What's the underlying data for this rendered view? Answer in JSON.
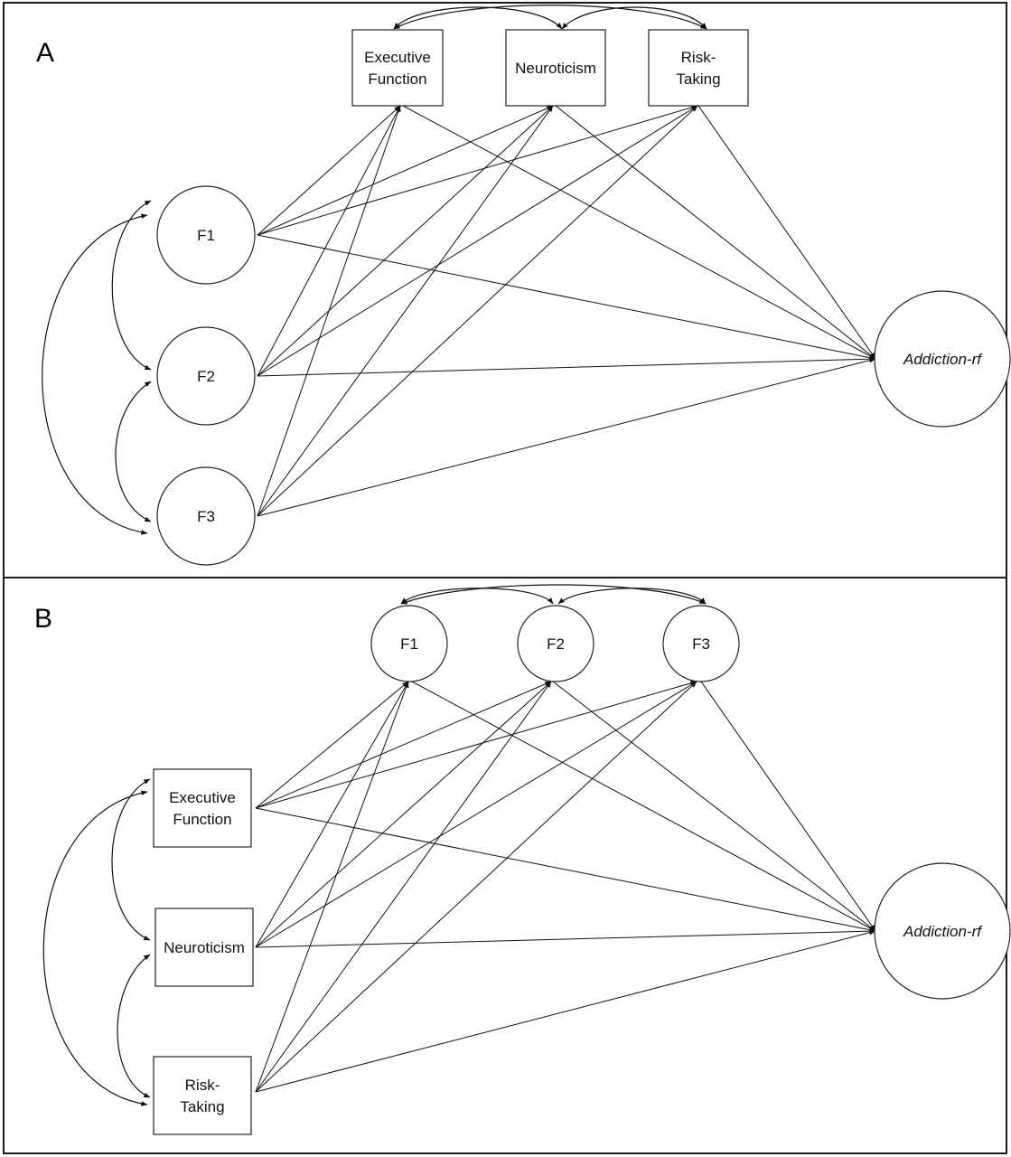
{
  "panels": [
    {
      "id": "A",
      "letter": "A",
      "nodes": [
        {
          "id": "ef",
          "label": [
            "Executive",
            "Function"
          ],
          "shape": "rect"
        },
        {
          "id": "neu",
          "label": [
            "Neuroticism"
          ],
          "shape": "rect"
        },
        {
          "id": "rt",
          "label": [
            "Risk-",
            "Taking"
          ],
          "shape": "rect"
        },
        {
          "id": "f1",
          "label": [
            "F1"
          ],
          "shape": "circle"
        },
        {
          "id": "f2",
          "label": [
            "F2"
          ],
          "shape": "circle"
        },
        {
          "id": "f3",
          "label": [
            "F3"
          ],
          "shape": "circle"
        },
        {
          "id": "add",
          "label": [
            "Addiction-rf"
          ],
          "shape": "circle",
          "italic": true
        }
      ],
      "edges": [
        [
          "f1",
          "ef"
        ],
        [
          "f1",
          "neu"
        ],
        [
          "f1",
          "rt"
        ],
        [
          "f1",
          "add"
        ],
        [
          "f2",
          "ef"
        ],
        [
          "f2",
          "neu"
        ],
        [
          "f2",
          "rt"
        ],
        [
          "f2",
          "add"
        ],
        [
          "f3",
          "ef"
        ],
        [
          "f3",
          "neu"
        ],
        [
          "f3",
          "rt"
        ],
        [
          "f3",
          "add"
        ],
        [
          "ef",
          "add"
        ],
        [
          "neu",
          "add"
        ],
        [
          "rt",
          "add"
        ]
      ],
      "correlations": [
        [
          "ef",
          "neu"
        ],
        [
          "neu",
          "rt"
        ],
        [
          "ef",
          "rt"
        ],
        [
          "f1",
          "f2"
        ],
        [
          "f2",
          "f3"
        ],
        [
          "f1",
          "f3"
        ]
      ]
    },
    {
      "id": "B",
      "letter": "B",
      "nodes": [
        {
          "id": "f1",
          "label": [
            "F1"
          ],
          "shape": "circle"
        },
        {
          "id": "f2",
          "label": [
            "F2"
          ],
          "shape": "circle"
        },
        {
          "id": "f3",
          "label": [
            "F3"
          ],
          "shape": "circle"
        },
        {
          "id": "ef",
          "label": [
            "Executive",
            "Function"
          ],
          "shape": "rect"
        },
        {
          "id": "neu",
          "label": [
            "Neuroticism"
          ],
          "shape": "rect"
        },
        {
          "id": "rt",
          "label": [
            "Risk-",
            "Taking"
          ],
          "shape": "rect"
        },
        {
          "id": "add",
          "label": [
            "Addiction-rf"
          ],
          "shape": "circle",
          "italic": true
        }
      ],
      "edges": [
        [
          "ef",
          "f1"
        ],
        [
          "ef",
          "f2"
        ],
        [
          "ef",
          "f3"
        ],
        [
          "ef",
          "add"
        ],
        [
          "neu",
          "f1"
        ],
        [
          "neu",
          "f2"
        ],
        [
          "neu",
          "f3"
        ],
        [
          "neu",
          "add"
        ],
        [
          "rt",
          "f1"
        ],
        [
          "rt",
          "f2"
        ],
        [
          "rt",
          "f3"
        ],
        [
          "rt",
          "add"
        ],
        [
          "f1",
          "add"
        ],
        [
          "f2",
          "add"
        ],
        [
          "f3",
          "add"
        ]
      ],
      "correlations": [
        [
          "f1",
          "f2"
        ],
        [
          "f2",
          "f3"
        ],
        [
          "f1",
          "f3"
        ],
        [
          "ef",
          "neu"
        ],
        [
          "neu",
          "rt"
        ],
        [
          "ef",
          "rt"
        ]
      ]
    }
  ]
}
